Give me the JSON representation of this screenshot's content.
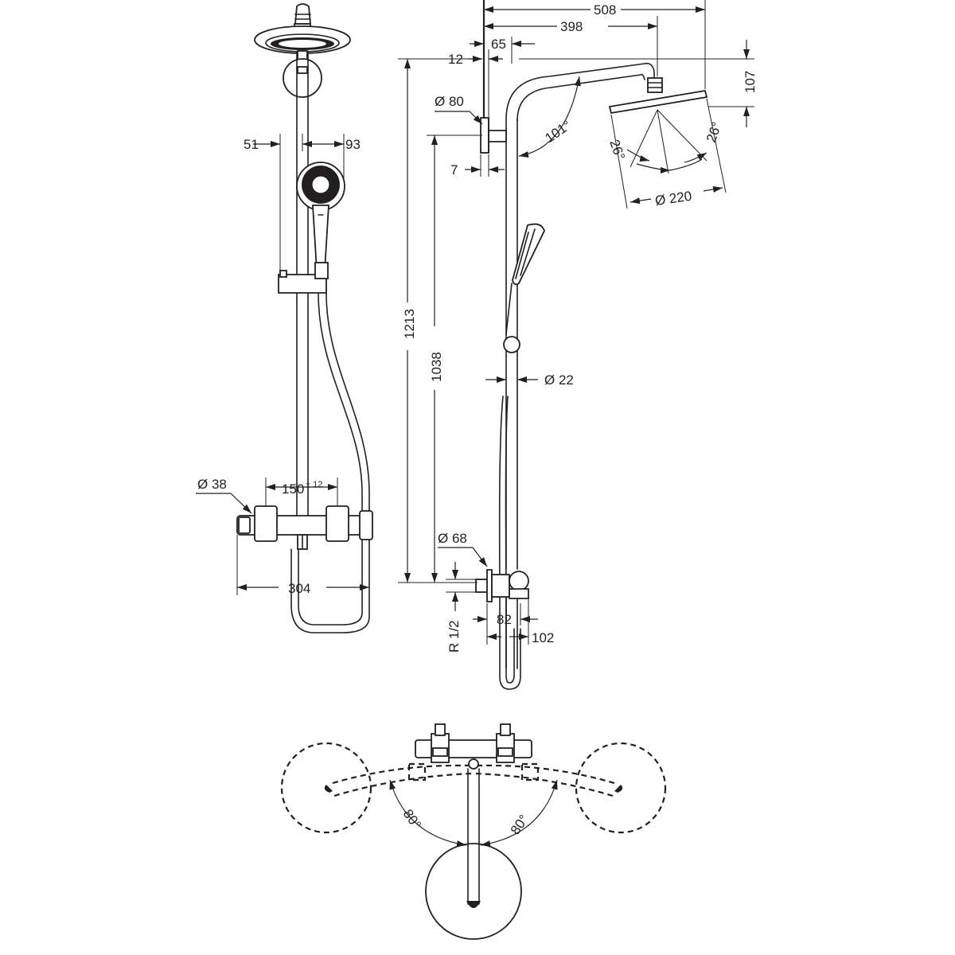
{
  "dimensions": {
    "overall_width": "508",
    "arm_reach": "398",
    "pipe_offset": "65",
    "wall_gap": "12",
    "head_drop": "107",
    "wall_plate_dia": "Ø 80",
    "wall_plate_depth": "7",
    "tilt_angle": "101°",
    "swivel_left": "26°",
    "swivel_right": "26°",
    "head_dia": "Ø 220",
    "total_height": "1213",
    "riser_height": "1038",
    "riser_dia": "Ø 22",
    "flange_dia": "Ø 68",
    "thread": "R 1/2",
    "mixer_depth": "82",
    "mixer_projection": "102",
    "holder_left": "51",
    "holder_right": "93",
    "knob_dia": "Ø 38",
    "inlet_centres": "150",
    "inlet_tolerance": "± 12",
    "mixer_width": "304",
    "rotation_left": "80°",
    "rotation_right": "80°"
  }
}
